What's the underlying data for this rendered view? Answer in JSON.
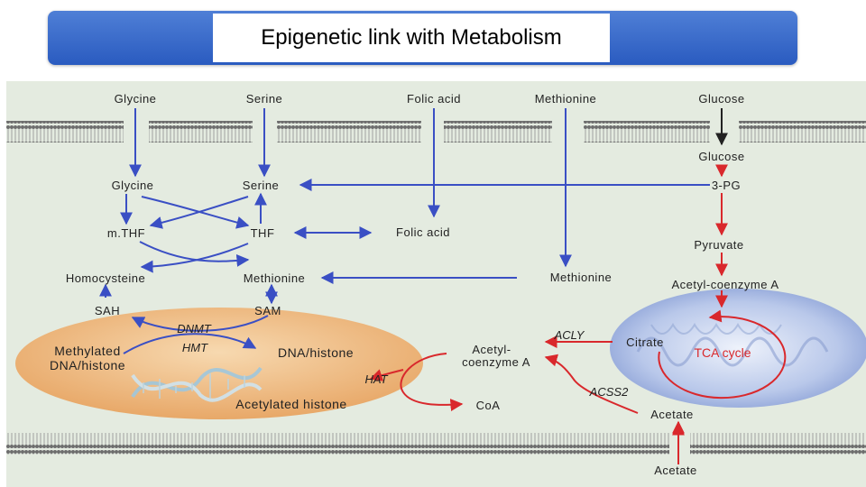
{
  "title": "Epigenetic link with Metabolism",
  "colors": {
    "blue_arrow": "#3a4fc4",
    "red_arrow": "#d9282c",
    "background": "#e4ebe0",
    "nucleus": "#f2c48d",
    "mitochondrion": "#a9bde6"
  },
  "labels": {
    "glycine_top": "Glycine",
    "serine_top": "Serine",
    "folic_top": "Folic acid",
    "methionine_top": "Methionine",
    "glucose_top": "Glucose",
    "glucose_mid": "Glucose",
    "pg3": "3-PG",
    "glycine_mid": "Glycine",
    "serine_mid": "Serine",
    "mthf": "m.THF",
    "thf": "THF",
    "folic_mid": "Folic acid",
    "pyruvate": "Pyruvate",
    "homocysteine": "Homocysteine",
    "methionine_mid": "Methionine",
    "methionine_right": "Methionine",
    "acetyl_coa_right": "Acetyl-coenzyme A",
    "sah": "SAH",
    "sam": "SAM",
    "dnmt": "DNMT",
    "hmt": "HMT",
    "methylated_1": "Methylated",
    "methylated_2": "DNA/histone",
    "dna_histone": "DNA/histone",
    "hat": "HAT",
    "acetylated_histone": "Acetylated histone",
    "acetyl_coa_mid_1": "Acetyl-",
    "acetyl_coa_mid_2": "coenzyme A",
    "acly": "ACLY",
    "citrate": "Citrate",
    "tca": "TCA cycle",
    "acss2": "ACSS2",
    "coa": "CoA",
    "acetate_mid": "Acetate",
    "acetate_bottom": "Acetate"
  }
}
